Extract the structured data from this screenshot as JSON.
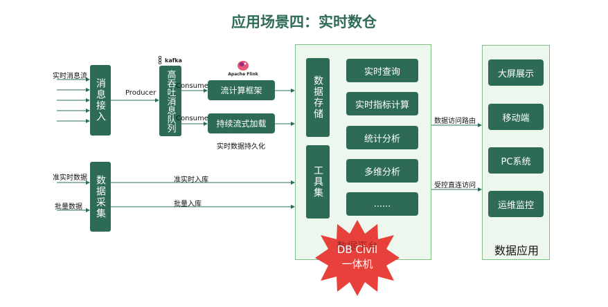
{
  "title": "应用场景四：实时数仓",
  "left_inputs": {
    "realtime_stream": "实时消息流",
    "near_realtime": "准实时数据",
    "batch": "批量数据"
  },
  "boxes": {
    "message_ingest": "消息接入",
    "high_throughput_queue": "高吞吐消息队列",
    "data_collection": "数据采集",
    "stream_framework": "流计算框架",
    "continuous_loading": "持续流式加载",
    "data_storage": "数据存储",
    "toolset": "工具集"
  },
  "edge_labels": {
    "producer": "Producer",
    "consumer1": "Consumer",
    "consumer2": "Consumer",
    "persist": "实时数据持久化",
    "near_load": "准实时入库",
    "batch_load": "批量入库",
    "route": "数据访问路由",
    "direct": "受控直连访问"
  },
  "logos": {
    "kafka": "kafka",
    "flink": "Apache Flink"
  },
  "functions": [
    "实时查询",
    "实时指标计算",
    "统计分析",
    "多维分析",
    "......"
  ],
  "apps": [
    "大屏展示",
    "移动端",
    "PC系统",
    "运维监控"
  ],
  "apps_title": "数据应用",
  "overlay": {
    "behind": "数据平台",
    "line1": "DB Civil",
    "line2": "一体机"
  },
  "colors": {
    "primary": "#2e6b57",
    "panel_border": "#7fbf87",
    "panel_bg": "#eef7ee",
    "badge": "#e8403a"
  }
}
